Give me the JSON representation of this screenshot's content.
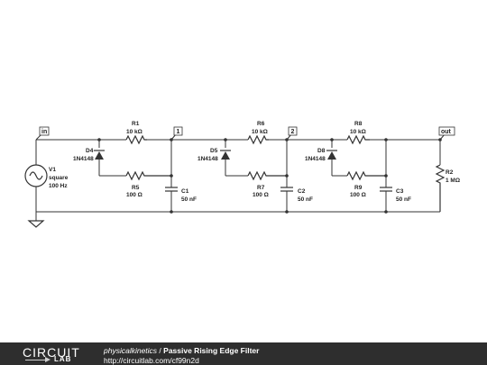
{
  "schematic": {
    "flags": {
      "in": "in",
      "n1": "1",
      "n2": "2",
      "out": "out"
    },
    "source": {
      "name": "V1",
      "type": "square",
      "freq": "100 Hz"
    },
    "stage1": {
      "diode": {
        "name": "D4",
        "part": "1N4148"
      },
      "r_top": {
        "name": "R1",
        "value": "10 kΩ"
      },
      "r_bottom": {
        "name": "R5",
        "value": "100 Ω"
      },
      "cap": {
        "name": "C1",
        "value": "50 nF"
      }
    },
    "stage2": {
      "diode": {
        "name": "D5",
        "part": "1N4148"
      },
      "r_top": {
        "name": "R6",
        "value": "10 kΩ"
      },
      "r_bottom": {
        "name": "R7",
        "value": "100 Ω"
      },
      "cap": {
        "name": "C2",
        "value": "50 nF"
      }
    },
    "stage3": {
      "diode": {
        "name": "D8",
        "part": "1N4148"
      },
      "r_top": {
        "name": "R8",
        "value": "10 kΩ"
      },
      "r_bottom": {
        "name": "R9",
        "value": "100 Ω"
      },
      "cap": {
        "name": "C3",
        "value": "50 nF"
      }
    },
    "load": {
      "name": "R2",
      "value": "1 MΩ"
    }
  },
  "footer": {
    "logo_top": "CIRCUIT",
    "logo_bottom": "LAB",
    "author": "physicalkinetics",
    "separator": " / ",
    "title": "Passive Rising Edge Filter",
    "url": "http://circuitlab.com/cf99n2d"
  }
}
